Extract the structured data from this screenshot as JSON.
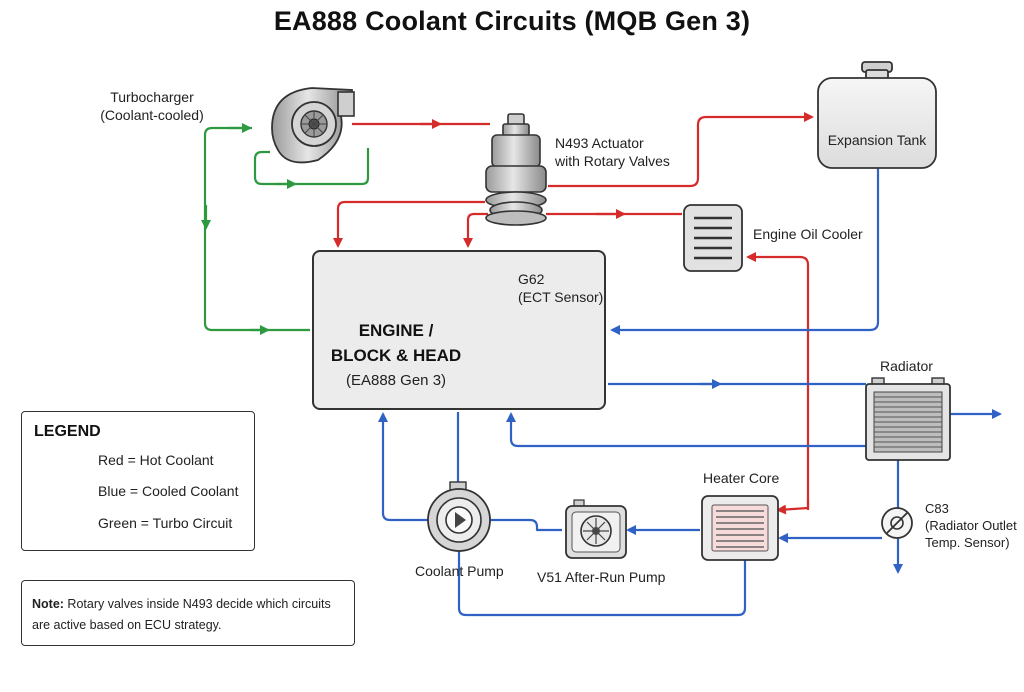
{
  "title": "EA888 Coolant Circuits (MQB Gen 3)",
  "colors": {
    "hot": "#d62b2b",
    "cooled": "#2f62c4",
    "turbo": "#2e9a3f"
  },
  "components": {
    "turbocharger": {
      "line1": "Turbocharger",
      "line2": "(Coolant-cooled)"
    },
    "n493": {
      "line1": "N493 Actuator",
      "line2": "with Rotary Valves"
    },
    "expansion_tank": {
      "label": "Expansion Tank"
    },
    "oil_cooler": {
      "label": "Engine Oil Cooler"
    },
    "g62": {
      "line1": "G62",
      "line2": "(ECT Sensor)"
    },
    "engine": {
      "line1": "ENGINE /",
      "line2": "BLOCK & HEAD",
      "line3": "(EA888 Gen 3)"
    },
    "radiator": {
      "label": "Radiator"
    },
    "heater_core": {
      "label": "Heater Core"
    },
    "c83": {
      "line1": "C83",
      "line2": "(Radiator Outlet",
      "line3": "Temp. Sensor)"
    },
    "coolant_pump": {
      "label": "Coolant Pump"
    },
    "v51": {
      "label": "V51 After-Run Pump"
    }
  },
  "legend": {
    "title": "LEGEND",
    "items": [
      {
        "label": "Red = Hot Coolant",
        "color": "#d62b2b"
      },
      {
        "label": "Blue = Cooled Coolant",
        "color": "#2f62c4"
      },
      {
        "label": "Green = Turbo Circuit",
        "color": "#2e9a3f"
      }
    ]
  },
  "note": {
    "prefix": "Note:",
    "text": " Rotary valves inside N493 decide which circuits are active based on ECU strategy."
  }
}
